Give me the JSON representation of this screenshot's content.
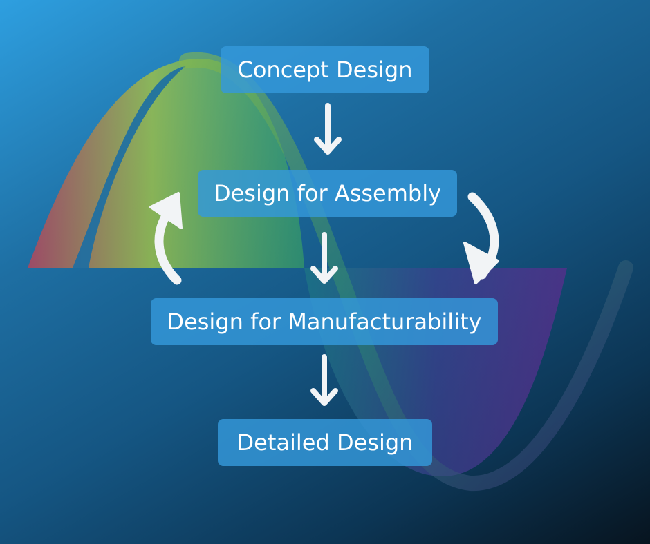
{
  "nodes": [
    {
      "id": "concept-design",
      "label": "Concept Design"
    },
    {
      "id": "design-for-assembly",
      "label": "Design for Assembly"
    },
    {
      "id": "design-for-manufacturability",
      "label": "Design for Manufacturability"
    },
    {
      "id": "detailed-design",
      "label": "Detailed Design"
    }
  ],
  "edges": [
    {
      "from": "concept-design",
      "to": "design-for-assembly",
      "type": "straight"
    },
    {
      "from": "design-for-assembly",
      "to": "design-for-manufacturability",
      "type": "straight"
    },
    {
      "from": "design-for-manufacturability",
      "to": "detailed-design",
      "type": "straight"
    },
    {
      "from": "design-for-assembly",
      "to": "design-for-manufacturability",
      "type": "curved-right"
    },
    {
      "from": "design-for-manufacturability",
      "to": "design-for-assembly",
      "type": "curved-left"
    }
  ],
  "colors": {
    "node_fill": "#3498db",
    "text": "#ffffff",
    "arrow": "#f2f4f6",
    "wave_green": "#8dc63f",
    "wave_purple": "#5b2d8e"
  }
}
